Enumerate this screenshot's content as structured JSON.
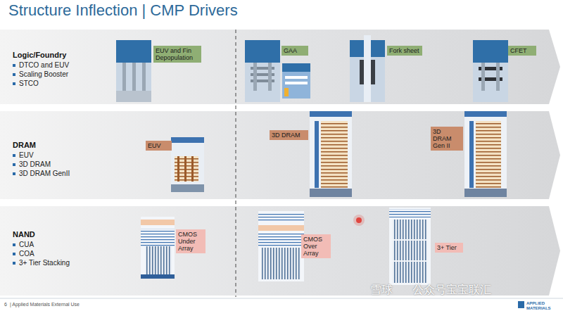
{
  "diagram": {
    "title": "Structure Inflection | CMP Drivers",
    "nodes": [
      {
        "text": [
          "Logic/Foundry",
          "DTCO and EUV",
          "Scaling Booster",
          "STCO"
        ]
      },
      {
        "text": [
          "EUV and Fin Depopulation"
        ],
        "in": 0
      },
      {
        "text": [
          "GAA"
        ],
        "in": 0
      },
      {
        "text": [
          "Fork sheet"
        ],
        "in": 0
      },
      {
        "text": [
          "CFET"
        ],
        "in": 0
      },
      {
        "text": [
          "DRAM",
          "EUV",
          "3D DRAM",
          "3D DRAM GenII"
        ]
      },
      {
        "text": [
          "EUV"
        ],
        "in": 5
      },
      {
        "text": [
          "3D DRAM"
        ],
        "in": 5
      },
      {
        "text": [
          "3D DRAM Gen II"
        ],
        "in": 5
      },
      {
        "text": [
          "NAND",
          "CUA",
          "COA",
          "3+ Tier Stacking"
        ]
      },
      {
        "text": [
          "CMOS Under Array"
        ],
        "in": 9
      },
      {
        "text": [
          "CMOS Over Array"
        ],
        "in": 9
      },
      {
        "text": [
          "3+ Tier"
        ],
        "in": 9
      }
    ],
    "labels": [
      "6",
      "| Applied Materials External Use",
      "APPLIED MATERIALS",
      "雪球",
      "公众号宝宝联汇"
    ]
  }
}
